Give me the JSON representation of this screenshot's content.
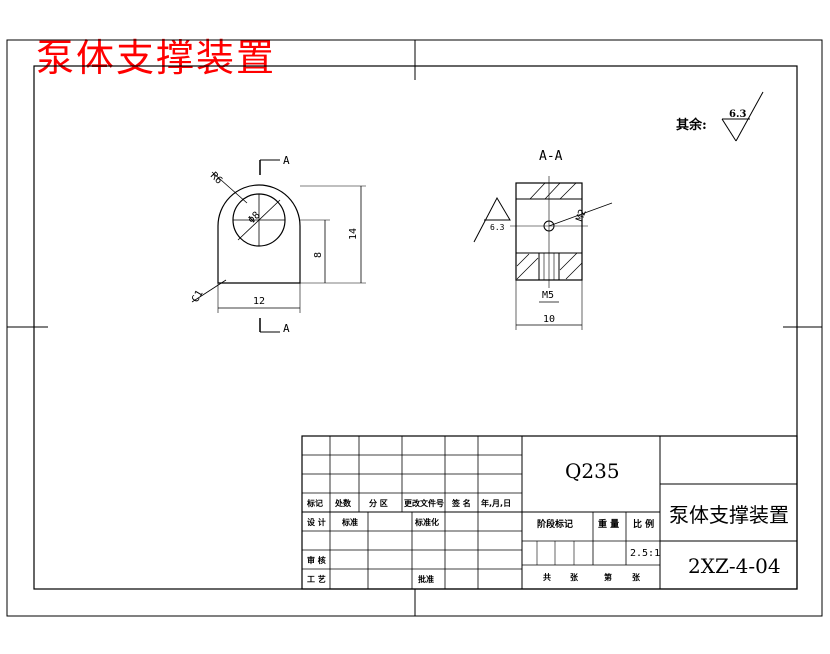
{
  "title": "泵体支撑装置",
  "roughness": {
    "label": "其余:",
    "value": "6.3",
    "local_value": "6.3"
  },
  "front_view": {
    "section_mark_top": "A",
    "section_mark_bottom": "A",
    "dim_radius": "R6",
    "dim_hole": "Φ8",
    "dim_height_total": "14",
    "dim_height_center": "8",
    "dim_width": "12",
    "dim_chamfer": "C1"
  },
  "section_view": {
    "title": "A-A",
    "dim_thread_top": "M2",
    "dim_thread_bottom": "M5",
    "dim_width": "10"
  },
  "title_block": {
    "material": "Q235",
    "part_name": "泵体支撑装置",
    "drawing_no": "2XZ-4-04",
    "scale_value": "2.5:1",
    "header_labels": [
      "标记",
      "处数",
      "分 区",
      "更改文件号",
      "签 名",
      "年,月,日"
    ],
    "design_label": "设 计",
    "std_label": "标准化",
    "review_label": "审 核",
    "process_label": "工 艺",
    "approve_label": "批准",
    "stage_mark_label": "阶段标记",
    "weight_label": "重 量",
    "scale_label": "比 例",
    "total_label": "共",
    "sheets_label": "张",
    "page_label": "第",
    "page_sheet_label": "张",
    "design_signoff": "标准"
  }
}
